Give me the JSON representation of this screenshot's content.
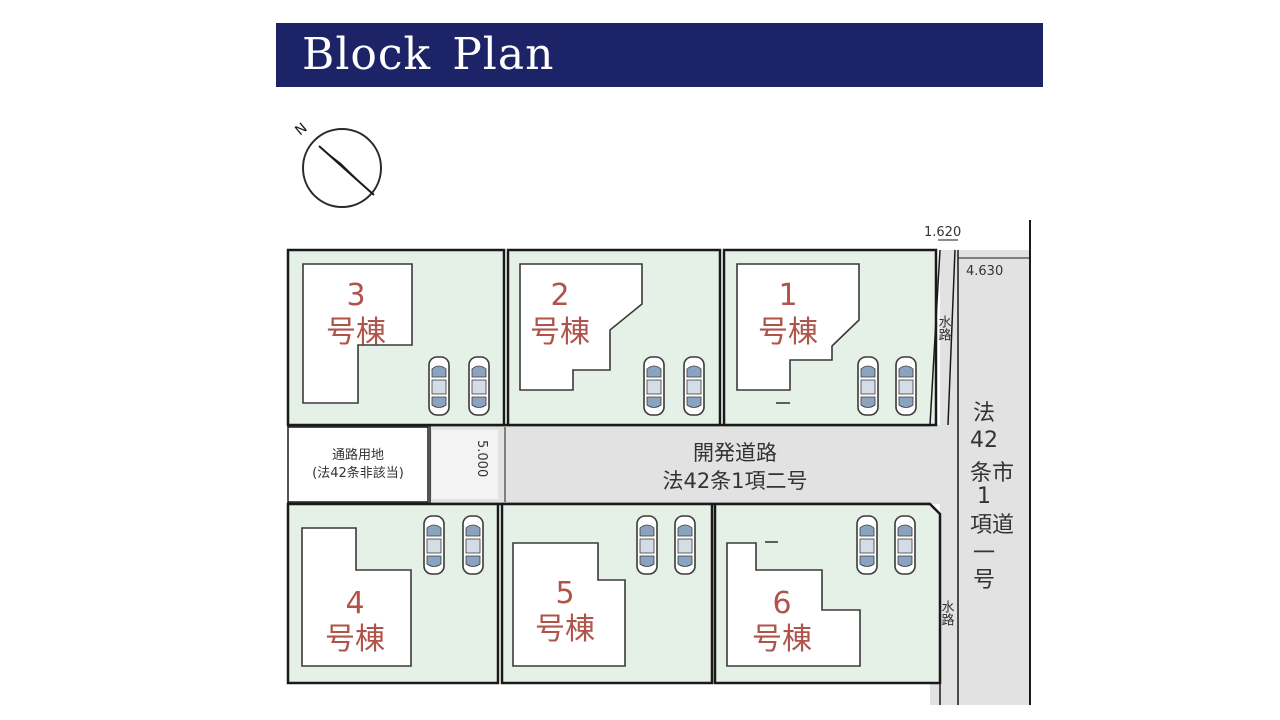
{
  "title": "Block Plan",
  "north_label": "N",
  "lots": [
    {
      "num": "3",
      "label": "号棟"
    },
    {
      "num": "2",
      "label": "号棟"
    },
    {
      "num": "1",
      "label": "号棟"
    },
    {
      "num": "4",
      "label": "号棟"
    },
    {
      "num": "5",
      "label": "号棟"
    },
    {
      "num": "6",
      "label": "号棟"
    }
  ],
  "road": {
    "line1": "開発道路",
    "line2": "法42条1項二号"
  },
  "side_lot": {
    "line1": "通路用地",
    "line2": "(法42条非該当)"
  },
  "main_road": {
    "chars": [
      "法",
      "42",
      "条市",
      "1",
      "項道",
      "一",
      "号"
    ]
  },
  "waterway": {
    "top": "水路",
    "bottom": "水路"
  },
  "dimensions": {
    "road_width": "5.000",
    "waterway_width": "1.620",
    "main_road_width": "4.630"
  },
  "colors": {
    "banner": "#1c2467",
    "lot_fill": "#e5f1e6",
    "road_fill": "#e2e2e2",
    "lot_text": "#b0534a",
    "outline": "#1a1a1a"
  }
}
